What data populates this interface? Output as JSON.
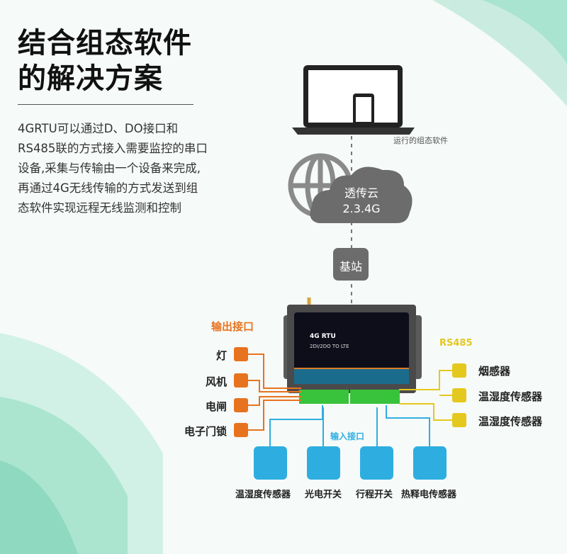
{
  "title": [
    "结合组态软件",
    "的解决方案"
  ],
  "description": "4GRTU可以通过D、DO接口和RS485联的方式接入需要监控的串口设备,采集与传输由一个设备来完成,再通过4G无线传输的方式发送到组态软件实现远程无线监测和控制",
  "software_label": "运行的组态软件",
  "cloud": {
    "line1": "透传云",
    "line2": "2.3.4G"
  },
  "base_station": "基站",
  "device": {
    "name": "4G RTU",
    "model": "2DI/2DO TO LTE"
  },
  "output": {
    "label": "输出接口",
    "items": [
      "灯",
      "风机",
      "电闸",
      "电子门锁"
    ],
    "color": "#e8731f"
  },
  "rs485": {
    "label": "RS485",
    "items": [
      "烟感器",
      "温湿度传感器",
      "温湿度传感器"
    ],
    "color": "#e5c81d"
  },
  "input": {
    "label": "输入接口",
    "items": [
      "温湿度传感器",
      "光电开关",
      "行程开关",
      "热释电传感器"
    ],
    "color": "#2eaee0"
  }
}
